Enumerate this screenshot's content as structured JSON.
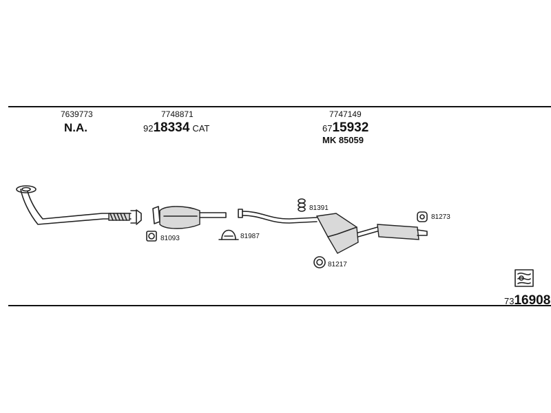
{
  "header": {
    "item1": {
      "code": "7639773",
      "label": "N.A."
    },
    "item2": {
      "code": "7748871",
      "prefix": "92",
      "number": "18334",
      "suffix": "CAT"
    },
    "item3": {
      "code": "7747149",
      "prefix": "67",
      "number": "15932",
      "kit": "MK 85059"
    }
  },
  "parts": {
    "gasket_81093": "81093",
    "clamp_81987": "81987",
    "spring_81391": "81391",
    "ring_81217": "81217",
    "mount_81273": "81273"
  },
  "footer": {
    "prefix": "73",
    "number": "16908"
  }
}
